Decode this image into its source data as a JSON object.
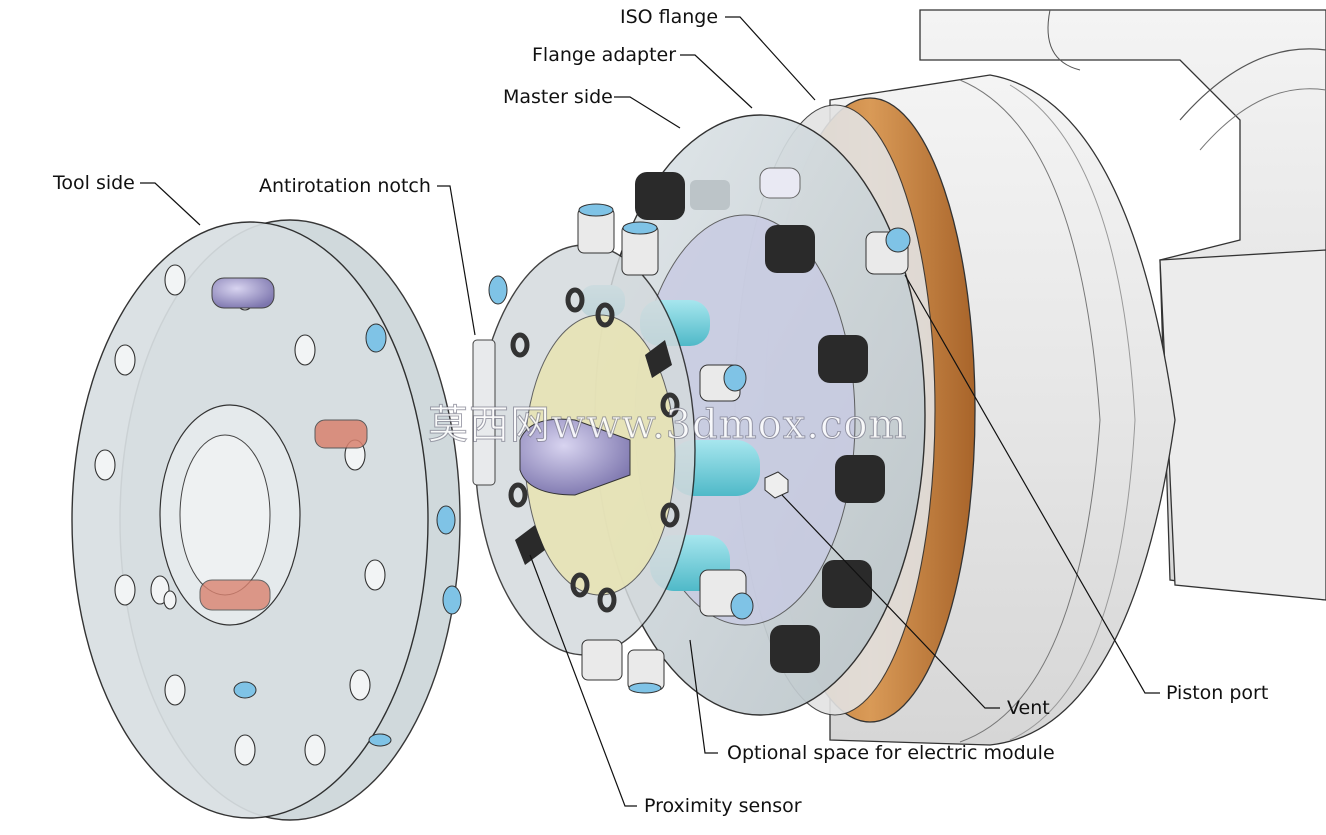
{
  "labels": {
    "iso_flange": "ISO flange",
    "flange_adapter": "Flange adapter",
    "master_side": "Master side",
    "tool_side": "Tool side",
    "antirotation_notch": "Antirotation notch",
    "piston_port": "Piston port",
    "vent": "Vent",
    "optional_space": "Optional space for electric module",
    "proximity_sensor": "Proximity sensor"
  },
  "watermark": "莫西网www.3dmox.com",
  "colors": {
    "flange_orange": "#c7843f",
    "spring_cyan": "#6fd0dd",
    "glass_gray": "#c9d2d6",
    "pin_purple": "#9d96c8",
    "cam_yellow": "#e9e3a4",
    "bolt_black": "#2a2a2a",
    "pin_red": "#d9826f"
  }
}
